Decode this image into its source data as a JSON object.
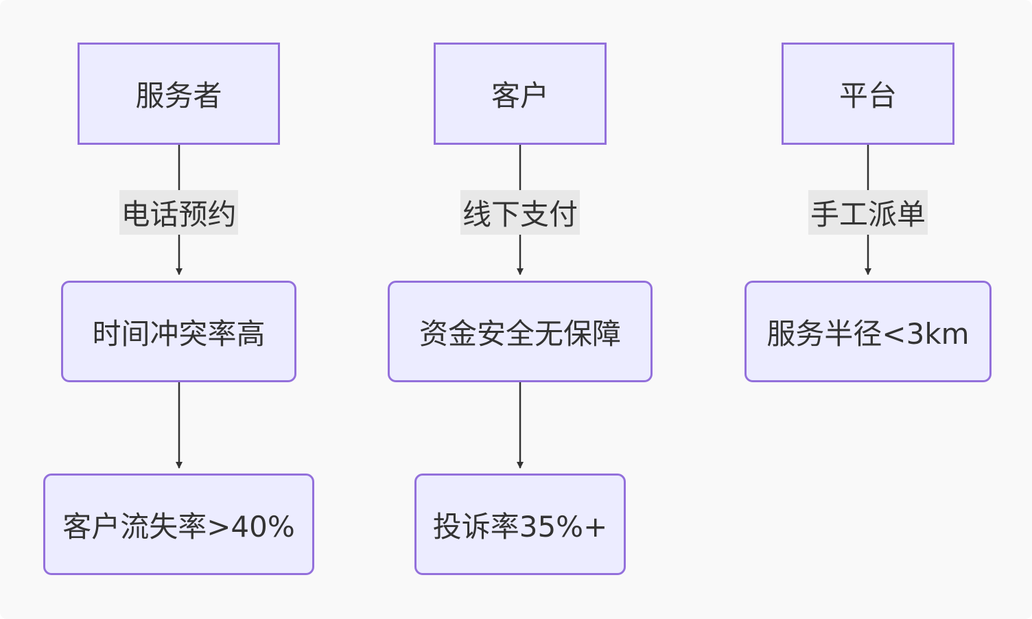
{
  "colors": {
    "background": "#f9f9f9",
    "node_fill": "#ececff",
    "node_border": "#9370db",
    "edge": "#333333",
    "label_bg": "#e8e8e8",
    "text": "#333333"
  },
  "columns": [
    {
      "top": "服务者",
      "edge_label": "电话预约",
      "middle": "时间冲突率高",
      "bottom": "客户流失率>40%"
    },
    {
      "top": "客户",
      "edge_label": "线下支付",
      "middle": "资金安全无保障",
      "bottom": "投诉率35%+"
    },
    {
      "top": "平台",
      "edge_label": "手工派单",
      "middle": "服务半径<3km"
    }
  ]
}
